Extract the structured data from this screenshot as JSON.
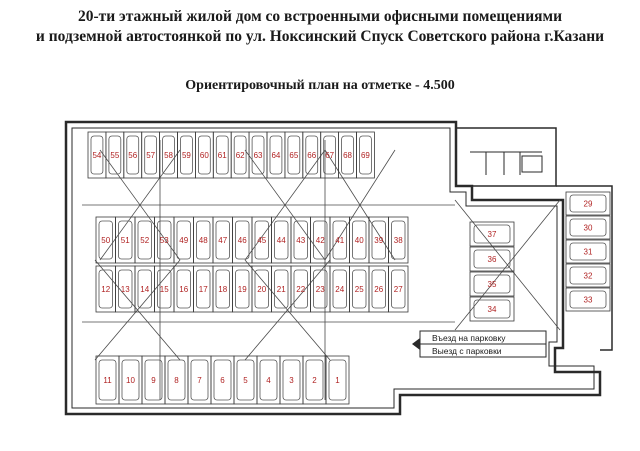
{
  "header": {
    "title_line1": "20-ти этажный жилой дом со встроенными офисными помещениями",
    "title_line2": "и подземной автостоянкой по ул. Ноксинский Спуск Советского района г.Казани",
    "subtitle": "Ориентировочный план на отметке - 4.500"
  },
  "plan": {
    "ramp_entry_label": "Въезд на парковку",
    "ramp_exit_label": "Выезд с парковки",
    "colors": {
      "wall": "#2a2a2a",
      "line": "#3a3a3a",
      "number": "#b02222",
      "car": "#555555"
    },
    "rows": [
      {
        "id": "row-top",
        "labels": [
          "54",
          "55",
          "56",
          "57",
          "58",
          "59",
          "60",
          "61",
          "62",
          "63",
          "64",
          "65",
          "66",
          "67",
          "68",
          "69"
        ]
      },
      {
        "id": "row-upper-middle",
        "labels": [
          "50",
          "51",
          "52",
          "53",
          "49",
          "48",
          "47",
          "46",
          "45",
          "44",
          "43",
          "42",
          "41",
          "40",
          "39",
          "38"
        ]
      },
      {
        "id": "row-lower-middle",
        "labels": [
          "12",
          "13",
          "14",
          "15",
          "16",
          "17",
          "18",
          "19",
          "20",
          "21",
          "22",
          "23",
          "24",
          "25",
          "26",
          "27"
        ]
      },
      {
        "id": "row-bottom",
        "labels": [
          "11",
          "10",
          "9",
          "8",
          "7",
          "6",
          "5",
          "4",
          "3",
          "2",
          "1"
        ]
      }
    ],
    "right_block_a": {
      "labels": [
        "37",
        "36",
        "35",
        "34"
      ]
    },
    "right_block_b": {
      "labels": [
        "29",
        "30",
        "31",
        "32",
        "33"
      ]
    }
  }
}
